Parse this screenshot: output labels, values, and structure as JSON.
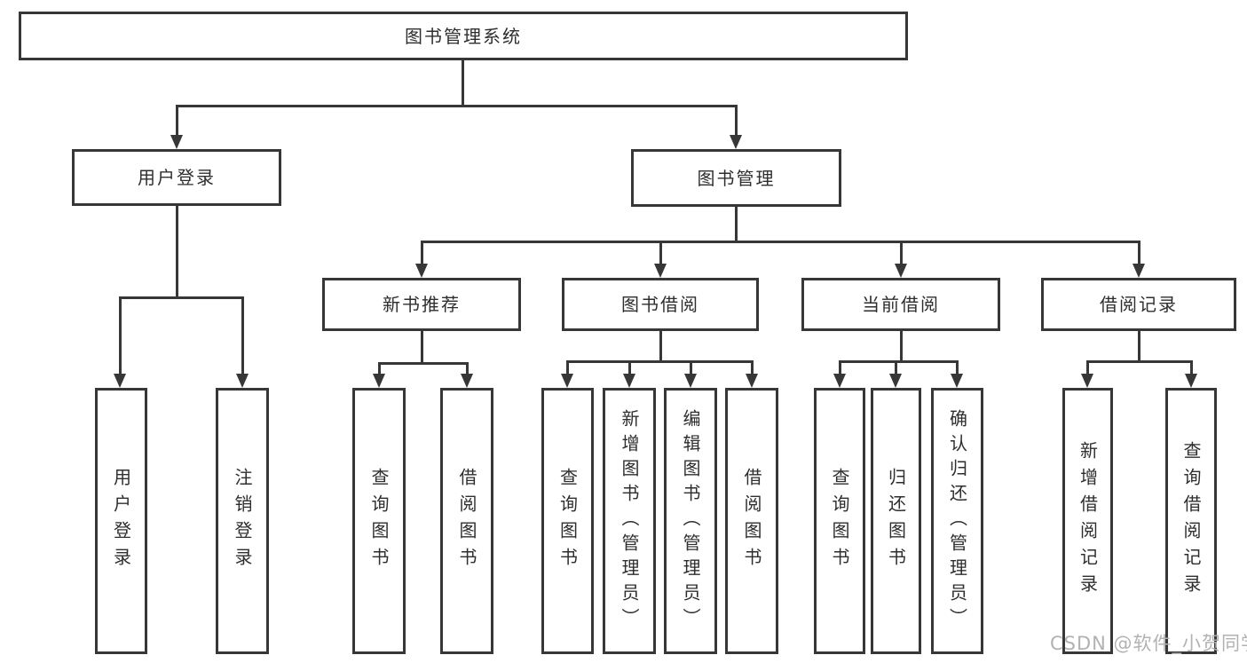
{
  "diagram": {
    "type": "hierarchy-tree",
    "colors": {
      "line": "#373737",
      "text": "#2e2e2e",
      "watermark": "#b2b2b2",
      "background": "#ffffff"
    },
    "nodes": {
      "root": {
        "label": "图书管理系统"
      },
      "login": {
        "label": "用户登录"
      },
      "mgmt": {
        "label": "图书管理"
      },
      "newbook": {
        "label": "新书推荐"
      },
      "borrow": {
        "label": "图书借阅"
      },
      "current": {
        "label": "当前借阅"
      },
      "records": {
        "label": "借阅记录"
      },
      "login_leaf1": {
        "label": "用户登录"
      },
      "login_leaf2": {
        "label": "注销登录"
      },
      "newbook_leaf1": {
        "label": "查询图书"
      },
      "newbook_leaf2": {
        "label": "借阅图书"
      },
      "borrow_leaf1": {
        "label": "查询图书"
      },
      "borrow_leaf2": {
        "label": "新增图书（管理员）"
      },
      "borrow_leaf3": {
        "label": "编辑图书（管理员）"
      },
      "borrow_leaf4": {
        "label": "借阅图书"
      },
      "current_leaf1": {
        "label": "查询图书"
      },
      "current_leaf2": {
        "label": "归还图书"
      },
      "current_leaf3": {
        "label": "确认归还（管理员）"
      },
      "records_leaf1": {
        "label": "新增借阅记录"
      },
      "records_leaf2": {
        "label": "查询借阅记录"
      }
    },
    "edges": [
      [
        "root",
        "login"
      ],
      [
        "root",
        "mgmt"
      ],
      [
        "login",
        "login_leaf1"
      ],
      [
        "login",
        "login_leaf2"
      ],
      [
        "mgmt",
        "newbook"
      ],
      [
        "mgmt",
        "borrow"
      ],
      [
        "mgmt",
        "current"
      ],
      [
        "mgmt",
        "records"
      ],
      [
        "newbook",
        "newbook_leaf1"
      ],
      [
        "newbook",
        "newbook_leaf2"
      ],
      [
        "borrow",
        "borrow_leaf1"
      ],
      [
        "borrow",
        "borrow_leaf2"
      ],
      [
        "borrow",
        "borrow_leaf3"
      ],
      [
        "borrow",
        "borrow_leaf4"
      ],
      [
        "current",
        "current_leaf1"
      ],
      [
        "current",
        "current_leaf2"
      ],
      [
        "current",
        "current_leaf3"
      ],
      [
        "records",
        "records_leaf1"
      ],
      [
        "records",
        "records_leaf2"
      ]
    ]
  },
  "watermark": {
    "text": "CSDN @软件_小贺同学"
  }
}
